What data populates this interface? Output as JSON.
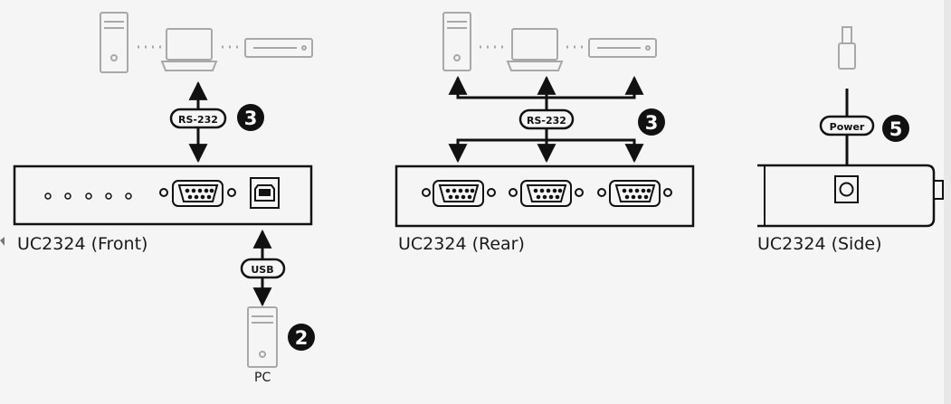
{
  "labels": {
    "front_caption": "UC2324 (Front)",
    "rear_caption": "UC2324 (Rear)",
    "side_caption": "UC2324 (Side)",
    "pc": "PC",
    "rs232_front": "RS-232",
    "rs232_rear": "RS-232",
    "usb": "USB",
    "power": "Power"
  },
  "steps": {
    "front_rs232": "3",
    "rear_rs232": "3",
    "usb": "2",
    "power": "5"
  },
  "colors": {
    "line": "#111111",
    "device_fill": "#f5f5f5",
    "peripheral_gray": "#a8a8a8",
    "badge_fill": "#111111",
    "badge_text": "#ffffff"
  },
  "icons": {
    "tower": "computer-tower-icon",
    "laptop": "laptop-icon",
    "modem": "modem-icon",
    "db9": "db9-serial-port-icon",
    "usb_b": "usb-b-port-icon",
    "dc_jack": "dc-power-jack-icon",
    "plug": "power-plug-icon"
  }
}
